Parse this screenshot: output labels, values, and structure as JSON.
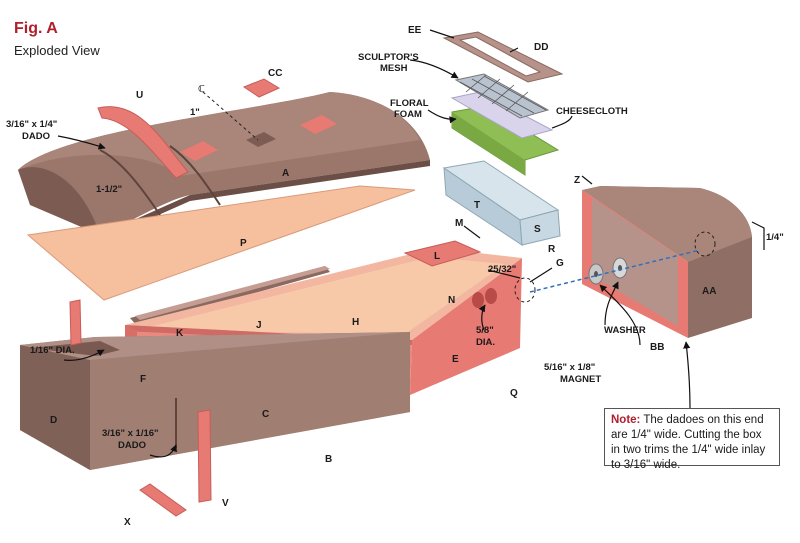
{
  "figure": {
    "title": "Fig. A",
    "subtitle": "Exploded View"
  },
  "note": {
    "heading": "Note:",
    "body": "The dadoes on this end are 1/4\" wide. Cutting the box in two trims the 1/4\" wide inlay to  3/16\" wide."
  },
  "part_labels": {
    "A": "A",
    "B": "B",
    "C": "C",
    "D": "D",
    "E": "E",
    "F": "F",
    "G": "G",
    "H": "H",
    "J": "J",
    "K": "K",
    "L": "L",
    "M": "M",
    "N": "N",
    "P": "P",
    "Q": "Q",
    "R": "R",
    "S": "S",
    "T": "T",
    "U": "U",
    "V": "V",
    "X": "X",
    "Z": "Z",
    "AA": "AA",
    "BB": "BB",
    "CC": "CC",
    "DD": "DD",
    "EE": "EE"
  },
  "callouts": {
    "dado_lid": [
      "3/16\" x 1/4\"",
      "DADO"
    ],
    "dado_box": [
      "3/16\" x 1/16\"",
      "DADO"
    ],
    "one_inch": "1\"",
    "one_and_half": "1-1/2\"",
    "sixteenth_dia": "1/16\" DIA.",
    "five_eighths_dia": [
      "5/8\"",
      "DIA."
    ],
    "angle": "25/32\"",
    "quarter_inch": "1/4\"",
    "sculptors_mesh": [
      "SCULPTOR'S",
      "MESH"
    ],
    "floral_foam": [
      "FLORAL",
      "FOAM"
    ],
    "cheesecloth": "CHEESECLOTH",
    "washer": "WASHER",
    "magnet": [
      "5/16\" x 1/8\"",
      "MAGNET"
    ],
    "centerline": "ℂ"
  },
  "colors": {
    "wood_dark": "#8a6a60",
    "wood_mid": "#a07e72",
    "pink": "#e77a72",
    "pink_dark": "#c85c58",
    "plywood": "#f3b08c",
    "foam": "#8fbf54",
    "accent_title": "#b0202c"
  }
}
